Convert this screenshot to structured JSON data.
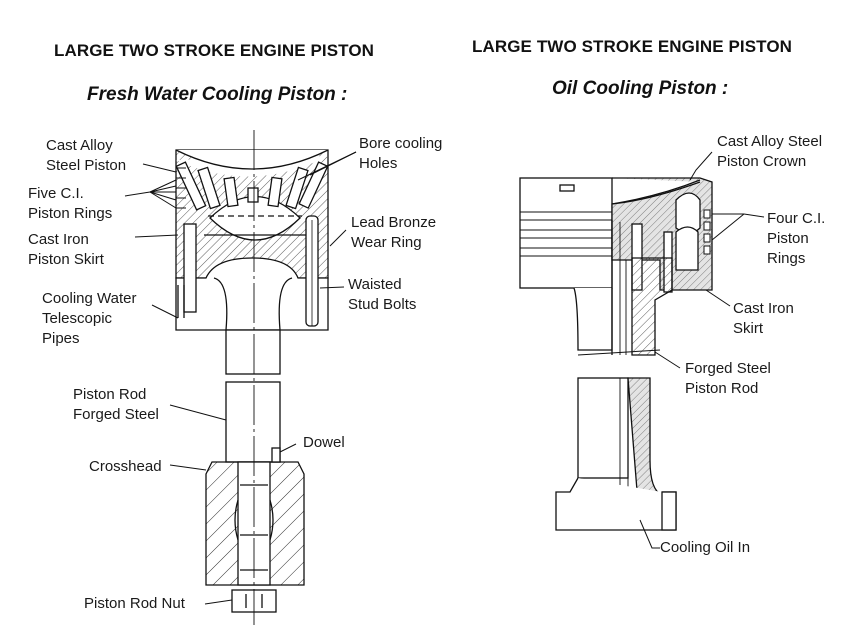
{
  "left": {
    "title": "LARGE TWO STROKE ENGINE PISTON",
    "subtitle": "Fresh Water Cooling Piston :",
    "labels": {
      "cast_alloy_steel_piston": [
        "Cast Alloy",
        "Steel Piston"
      ],
      "five_ci_piston_rings": [
        "Five C.I.",
        "Piston Rings"
      ],
      "cast_iron_piston_skirt": [
        "Cast Iron",
        "Piston Skirt"
      ],
      "cooling_water_telescopic_pipes": [
        "Cooling Water",
        "Telescopic",
        "Pipes"
      ],
      "bore_cooling_holes": [
        "Bore cooling",
        "Holes"
      ],
      "lead_bronze_wear_ring": [
        "Lead Bronze",
        "Wear Ring"
      ],
      "waisted_stud_bolts": [
        "Waisted",
        "Stud Bolts"
      ],
      "piston_rod_forged_steel": [
        "Piston Rod",
        "Forged Steel"
      ],
      "dowel": "Dowel",
      "crosshead": "Crosshead",
      "piston_rod_nut": "Piston Rod Nut"
    }
  },
  "right": {
    "title": "LARGE TWO STROKE ENGINE PISTON",
    "subtitle": "Oil Cooling Piston :",
    "labels": {
      "cast_alloy_steel_piston_crown": [
        "Cast Alloy Steel",
        "Piston Crown"
      ],
      "four_ci_piston_rings": [
        "Four C.I.",
        "Piston",
        "Rings"
      ],
      "cast_iron_skirt": [
        "Cast Iron",
        "Skirt"
      ],
      "forged_steel_piston_rod": [
        "Forged Steel",
        "Piston Rod"
      ],
      "cooling_oil_in": "Cooling Oil In"
    }
  },
  "colors": {
    "ink": "#111111",
    "background": "#ffffff",
    "shade": "#e6e6e6"
  }
}
